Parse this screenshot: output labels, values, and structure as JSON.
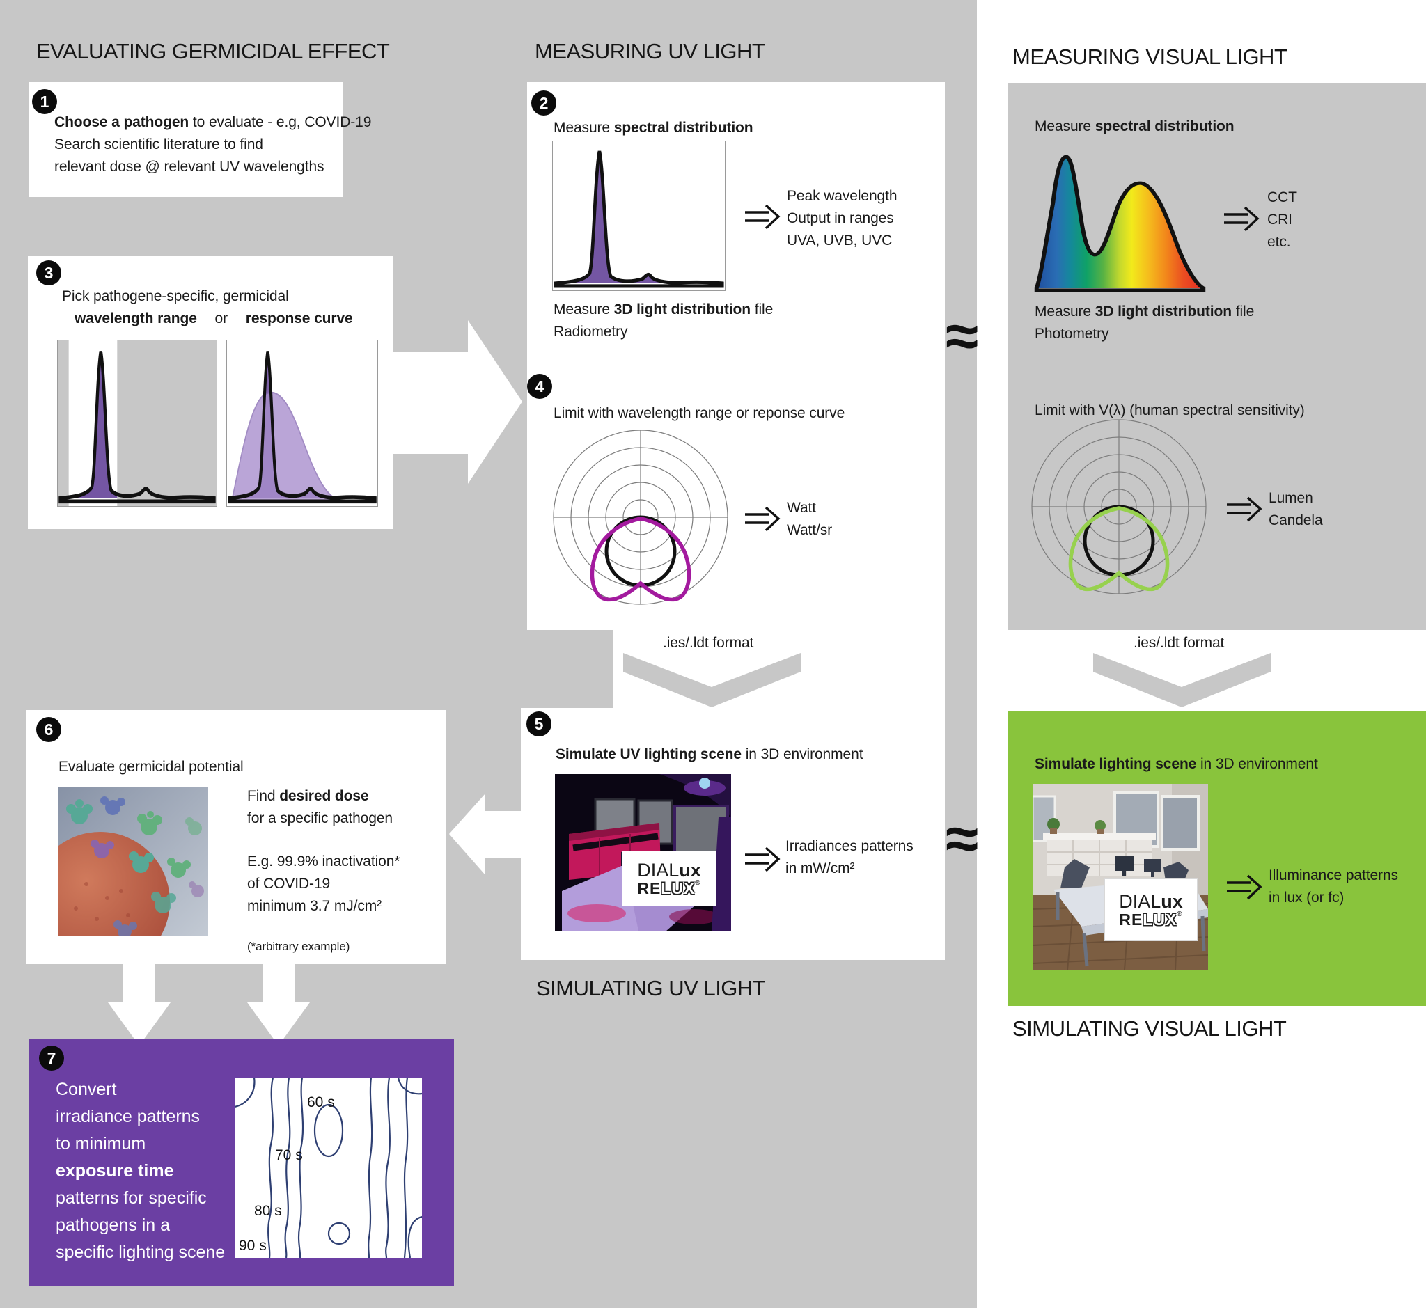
{
  "titles": {
    "evaluating": "EVALUATING GERMICIDAL EFFECT",
    "measuring_uv": "MEASURING UV LIGHT",
    "measuring_visual": "MEASURING VISUAL LIGHT",
    "simulating_uv": "SIMULATING UV LIGHT",
    "simulating_visual": "SIMULATING VISUAL LIGHT"
  },
  "colors": {
    "background_gray": "#c7c7c7",
    "panel_white": "#ffffff",
    "uv_purple": "#7456a3",
    "uv_purple_light": "#a98fce",
    "polar_magenta": "#a31a9e",
    "polar_green": "#97d14e",
    "green_panel": "#89c43c",
    "purple_panel": "#6b3fa3",
    "contour_navy": "#2e3f72"
  },
  "steps": {
    "s1": {
      "num": "1",
      "line1_bold": "Choose a pathogen",
      "line1_rest": " to evaluate - e.g, COVID-19",
      "line2": "Search scientific literature to find",
      "line3": "relevant dose @ relevant UV wavelengths"
    },
    "s2": {
      "num": "2",
      "measure_prefix": "Measure ",
      "measure_bold": "spectral distribution",
      "arrow_lines": [
        "Peak wavelength",
        "Output in ranges",
        "UVA, UVB, UVC"
      ],
      "file_prefix": "Measure ",
      "file_bold": "3D light distribution",
      "file_suffix": " file",
      "method": "Radiometry"
    },
    "s3": {
      "num": "3",
      "line1": "Pick pathogene-specific, germicidal",
      "option_a": "wavelength range",
      "connector": "or",
      "option_b": "response curve"
    },
    "s4": {
      "num": "4",
      "line1": "Limit with wavelength range or reponse curve",
      "arrow_lines": [
        "Watt",
        "Watt/sr"
      ]
    },
    "s5": {
      "num": "5",
      "title_bold": "Simulate UV lighting scene",
      "title_rest": " in 3D environment",
      "arrow_lines": [
        "Irradiances patterns",
        "in mW/cm²"
      ]
    },
    "s6": {
      "num": "6",
      "title": "Evaluate germicidal potential",
      "find_prefix": "Find ",
      "find_bold": "desired dose",
      "find_line2": "for a specific pathogen",
      "example_lines": [
        "E.g. 99.9% inactivation*",
        "of COVID-19",
        "minimum 3.7 mJ/cm²"
      ],
      "note": "(*arbitrary example)"
    },
    "s7": {
      "num": "7",
      "lines": [
        "Convert",
        "irradiance patterns",
        "to minimum",
        "exposure time",
        "patterns for specific",
        "pathogens in a",
        "specific lighting scene"
      ],
      "contour_labels": [
        "60 s",
        "70 s",
        "80 s",
        "90 s"
      ]
    }
  },
  "uv_flow": {
    "format_label": ".ies/.ldt format"
  },
  "visual_flow": {
    "measure_prefix": "Measure ",
    "measure_bold": "spectral distribution",
    "arrow_lines": [
      "CCT",
      "CRI",
      "etc."
    ],
    "file_prefix": "Measure ",
    "file_bold": "3D light distribution",
    "file_suffix": " file",
    "method": "Photometry",
    "limit_line": "Limit with V(λ) (human spectral sensitivity)",
    "polar_arrow_lines": [
      "Lumen",
      "Candela"
    ],
    "format_label": ".ies/.ldt format",
    "sim_title_bold": "Simulate lighting scene",
    "sim_title_rest": " in 3D environment",
    "sim_arrow_lines": [
      "Illuminance patterns",
      "in lux (or fc)"
    ]
  },
  "logo": {
    "dial": "DIAL",
    "ux": "ux",
    "re": "RE",
    "lux": "LUX",
    "reg": "®"
  },
  "approx": "≈"
}
